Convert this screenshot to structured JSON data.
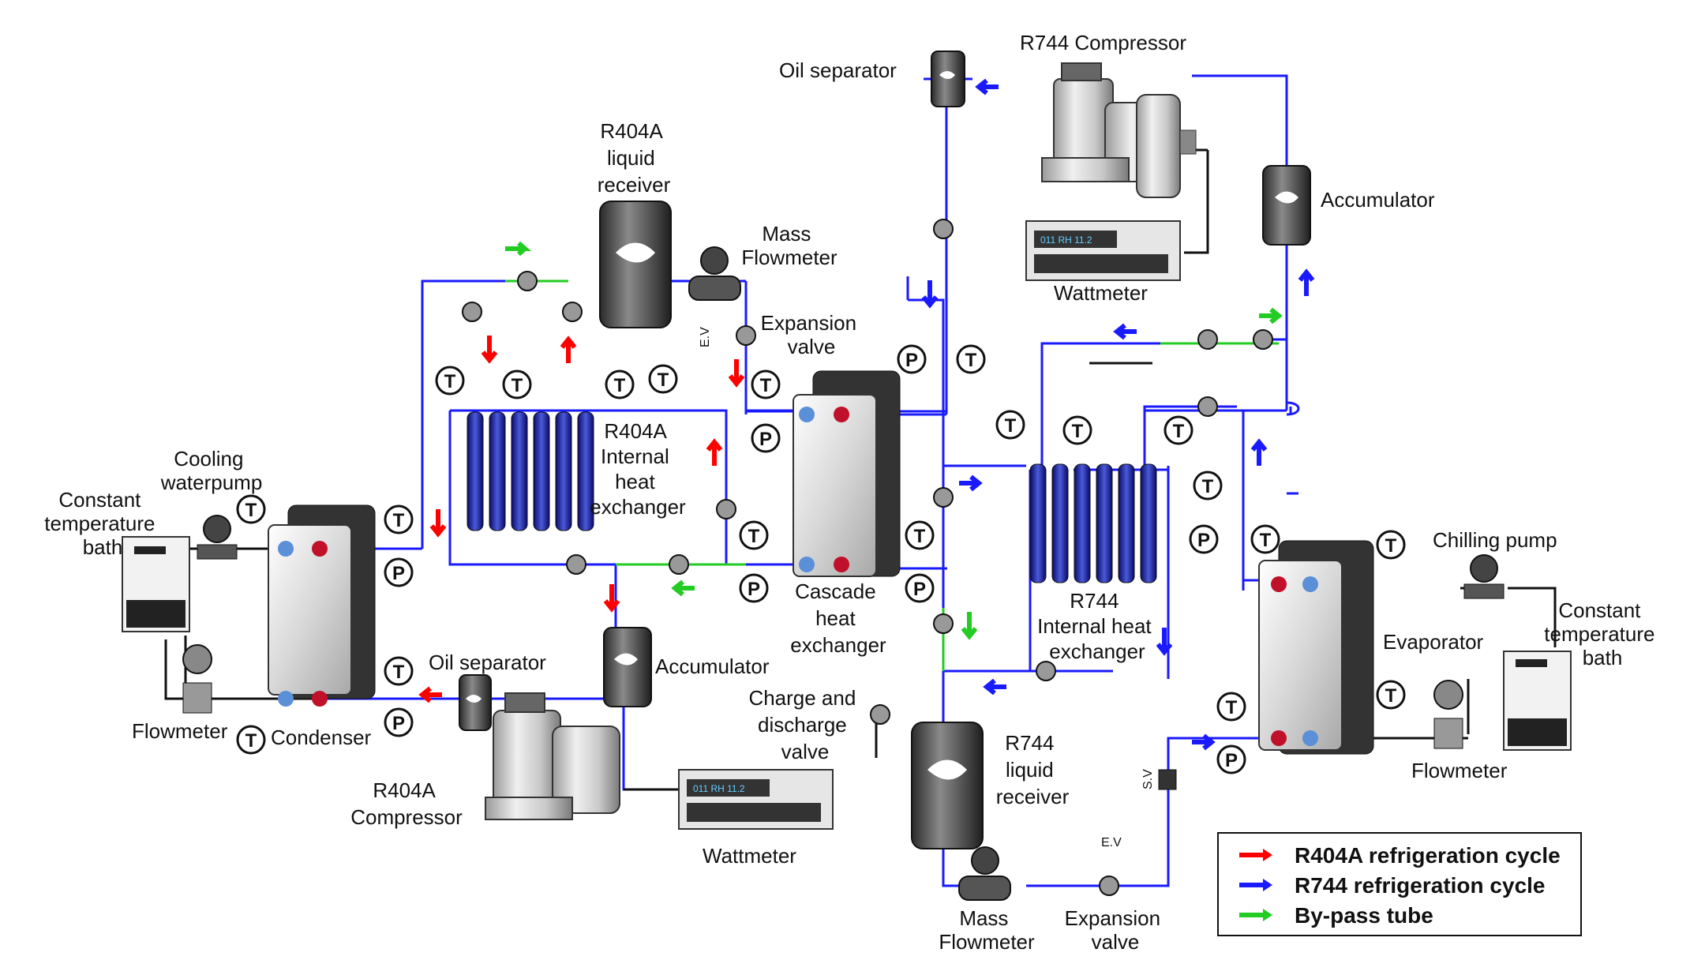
{
  "labels": {
    "oil_separator_top": "Oil separator",
    "r744_compressor": "R744 Compressor",
    "accumulator_right": "Accumulator",
    "r404a_receiver": [
      "R404A",
      "liquid",
      "receiver"
    ],
    "mass_flowmeter_top": [
      "Mass",
      "Flowmeter"
    ],
    "expansion_valve_top": [
      "Expansion",
      "valve"
    ],
    "ev_tag_top": "E.V",
    "wattmeter_top": "Wattmeter",
    "r404a_ihx": [
      "R404A",
      "Internal",
      "heat",
      "exchanger"
    ],
    "cascade_hx": [
      "Cascade",
      "heat",
      "exchanger"
    ],
    "cooling_waterpump": [
      "Cooling",
      "waterpump"
    ],
    "ct_bath_left": [
      "Constant",
      "temperature",
      "bath"
    ],
    "flowmeter_left": "Flowmeter",
    "condenser": "Condenser",
    "oil_separator_bottom": "Oil separator",
    "accumulator_mid": "Accumulator",
    "r404a_compressor": [
      "R404A",
      "Compressor"
    ],
    "wattmeter_bottom": "Wattmeter",
    "charge_valve": [
      "Charge and",
      "discharge",
      "valve"
    ],
    "r744_receiver": [
      "R744",
      "liquid",
      "receiver"
    ],
    "r744_ihx": [
      "R744",
      "Internal heat",
      "exchanger"
    ],
    "chilling_pump": "Chilling pump",
    "evaporator": "Evaporator",
    "ct_bath_right": [
      "Constant",
      "temperature",
      "bath"
    ],
    "flowmeter_right": "Flowmeter",
    "sv_tag": "S.V",
    "ev_tag_bottom": "E.V",
    "mass_flowmeter_bottom": [
      "Mass",
      "Flowmeter"
    ],
    "expansion_valve_bottom": [
      "Expansion",
      "valve"
    ],
    "wattmeter_display": "011  RH  11.2"
  },
  "sensors": {
    "temperature": "T",
    "pressure": "P"
  },
  "legend": [
    {
      "label": "R404A refrigeration cycle",
      "color": "#ff0000"
    },
    {
      "label": "R744 refrigeration cycle",
      "color": "#1a1aff"
    },
    {
      "label": "By-pass tube",
      "color": "#22cc22"
    }
  ],
  "colors": {
    "r404a": "#ff0000",
    "r744": "#1a1aff",
    "bypass": "#22cc22"
  }
}
